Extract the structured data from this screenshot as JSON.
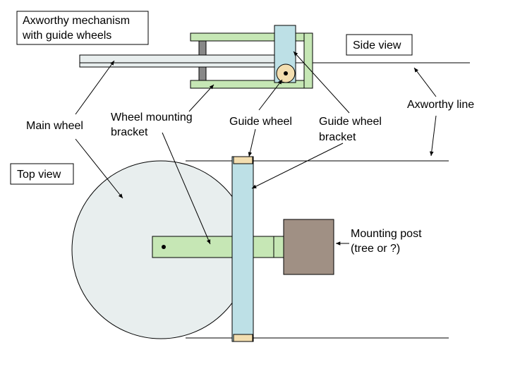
{
  "labels": {
    "title_line1": "Axworthy mechanism",
    "title_line2": "with guide wheels",
    "side_view": "Side view",
    "top_view": "Top view",
    "axworthy_line": "Axworthy line",
    "main_wheel": "Main wheel",
    "wheel_mounting_line1": "Wheel mounting",
    "wheel_mounting_line2": "bracket",
    "guide_wheel": "Guide wheel",
    "guide_bracket_line1": "Guide wheel",
    "guide_bracket_line2": "bracket",
    "mounting_post_line1": "Mounting post",
    "mounting_post_line2": "(tree or ?)"
  },
  "colors": {
    "bracket_green": "#c6e7b5",
    "guide_blue": "#bde0e6",
    "main_wheel_fill": "#e8eeee",
    "post_brown": "#a09084",
    "guide_wheel_tan": "#f3deb0",
    "spacer_gray": "#888888",
    "line_black": "#000000"
  }
}
